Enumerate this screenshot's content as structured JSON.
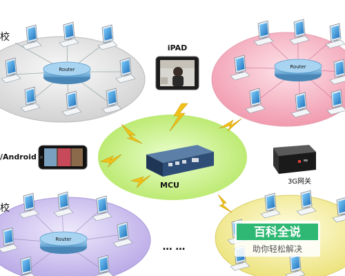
{
  "labels": {
    "school_top": "校",
    "school_bottom": "校",
    "ipad": "iPAD",
    "android": "/Android",
    "mcu": "MCU",
    "gateway_3g": "3G网关",
    "router_top_left": "Router",
    "router_top_right": "Router",
    "router_bottom_left": "Router",
    "ellipsis": "… …"
  },
  "watermark": {
    "title": "百科全说",
    "subtitle": "助你轻松解决"
  },
  "colors": {
    "cluster_top_left": "#e6e6e6",
    "cluster_top_right": "#f7b6c4",
    "cluster_bottom_left": "#cfc4ee",
    "cluster_bottom_right": "#f5f0a8",
    "center_zone": "#c9f08a",
    "router_blue": "#7fb6dc",
    "lightning": "#f2c21a",
    "watermark_green": "#2eb873"
  }
}
